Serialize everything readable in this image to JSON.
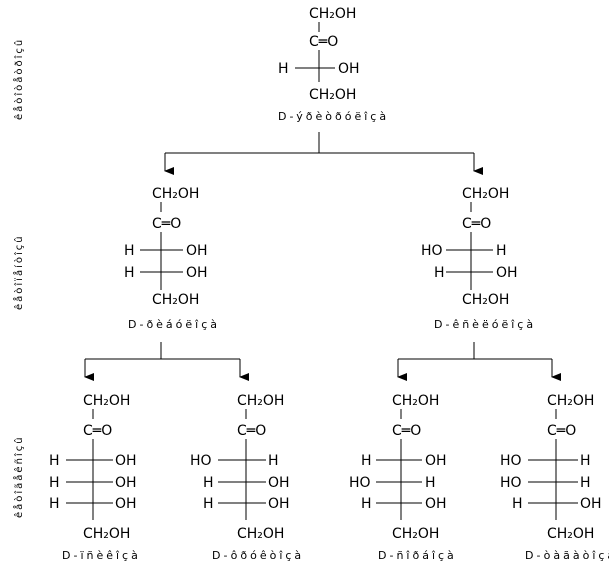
{
  "row_labels": [
    "êåòîòåòðîçû",
    "êåòîïåíòîçû",
    "êåòîãåêñîçû"
  ],
  "groups": {
    "ch2oh": "CH₂OH",
    "co": "C═O",
    "h": "H",
    "oh": "OH",
    "ho": "HO"
  },
  "sugars": [
    {
      "name": "D-ýðèòðóëîçà",
      "stereo_rows": [
        {
          "left": "H",
          "right": "OH"
        }
      ]
    },
    {
      "name": "D-ðèáóëîçà",
      "stereo_rows": [
        {
          "left": "H",
          "right": "OH"
        },
        {
          "left": "H",
          "right": "OH"
        }
      ]
    },
    {
      "name": "D-êñèëóëîçà",
      "stereo_rows": [
        {
          "left": "HO",
          "right": "H"
        },
        {
          "left": "H",
          "right": "OH"
        }
      ]
    },
    {
      "name": "D-ïñèêîçà",
      "stereo_rows": [
        {
          "left": "H",
          "right": "OH"
        },
        {
          "left": "H",
          "right": "OH"
        },
        {
          "left": "H",
          "right": "OH"
        }
      ]
    },
    {
      "name": "D-ôðóêòîçà",
      "stereo_rows": [
        {
          "left": "HO",
          "right": "H"
        },
        {
          "left": "H",
          "right": "OH"
        },
        {
          "left": "H",
          "right": "OH"
        }
      ]
    },
    {
      "name": "D-ñîðáîçà",
      "stereo_rows": [
        {
          "left": "H",
          "right": "OH"
        },
        {
          "left": "HO",
          "right": "H"
        },
        {
          "left": "H",
          "right": "OH"
        }
      ]
    },
    {
      "name": "D-òàãàòîçà",
      "stereo_rows": [
        {
          "left": "HO",
          "right": "H"
        },
        {
          "left": "HO",
          "right": "H"
        },
        {
          "left": "H",
          "right": "OH"
        }
      ]
    }
  ]
}
